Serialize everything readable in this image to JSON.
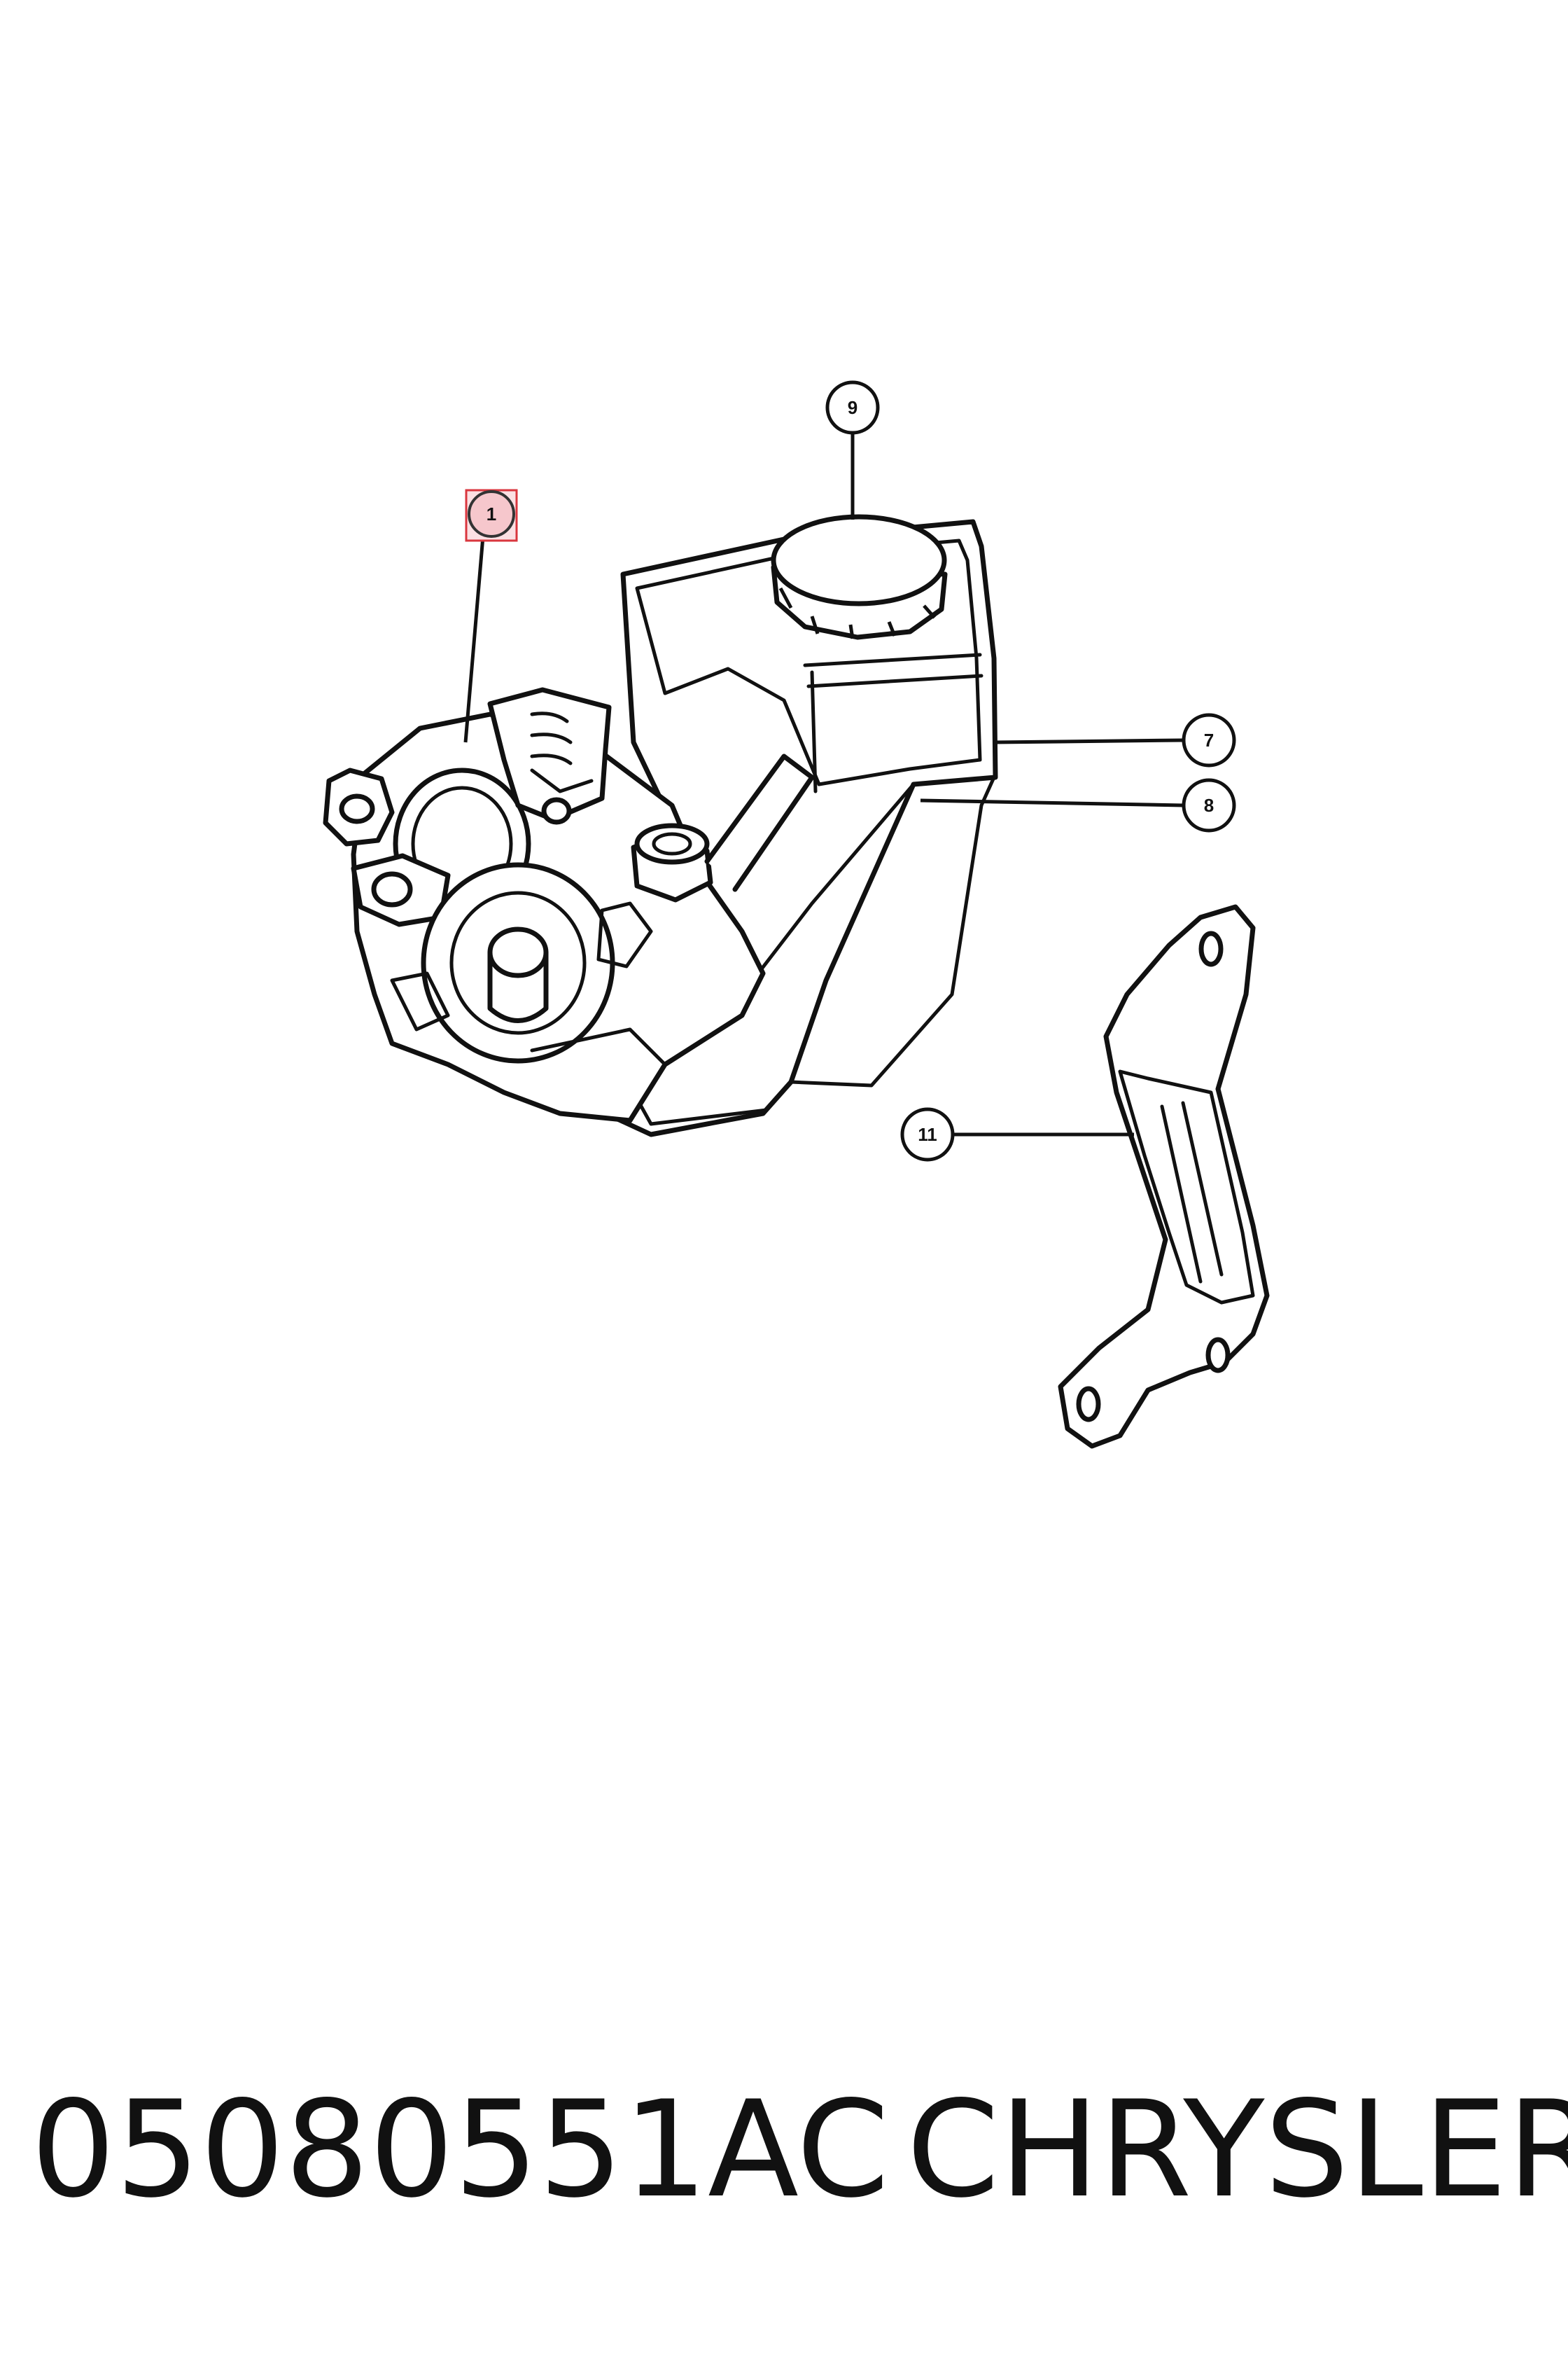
{
  "diagram": {
    "callouts": [
      {
        "id": "1",
        "label": "1",
        "highlighted": true
      },
      {
        "id": "9",
        "label": "9",
        "highlighted": false
      },
      {
        "id": "7",
        "label": "7",
        "highlighted": false
      },
      {
        "id": "8",
        "label": "8",
        "highlighted": false
      },
      {
        "id": "11",
        "label": "11",
        "highlighted": false
      }
    ],
    "colors": {
      "line": "#111111",
      "highlight_fill": "#f6c7cc",
      "highlight_stroke": "#d9363e"
    }
  },
  "caption": {
    "part_number": "05080551AC",
    "brand": "CHRYSLER"
  }
}
